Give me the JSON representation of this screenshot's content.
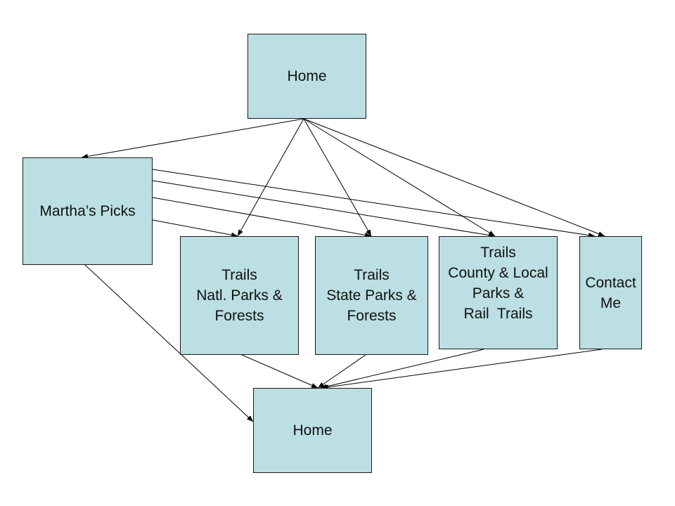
{
  "diagram": {
    "type": "site-map",
    "node_fill": "#bbdfe2",
    "nodes": [
      {
        "id": "home_top",
        "lines": [
          "Home"
        ]
      },
      {
        "id": "marthas_picks",
        "lines": [
          "Martha’s Picks"
        ]
      },
      {
        "id": "trails_natl",
        "lines": [
          "Trails",
          "Natl. Parks &",
          "Forests"
        ]
      },
      {
        "id": "trails_state",
        "lines": [
          "Trails",
          "State Parks &",
          "Forests"
        ]
      },
      {
        "id": "trails_county",
        "lines": [
          "Trails",
          "County & Local",
          "Parks &",
          "Rail  Trails"
        ]
      },
      {
        "id": "contact_me",
        "lines": [
          "Contact",
          "Me"
        ]
      },
      {
        "id": "home_bottom",
        "lines": [
          "Home"
        ]
      }
    ],
    "edges": [
      {
        "from": "home_top",
        "to": "marthas_picks"
      },
      {
        "from": "home_top",
        "to": "trails_natl"
      },
      {
        "from": "home_top",
        "to": "trails_state"
      },
      {
        "from": "home_top",
        "to": "trails_county"
      },
      {
        "from": "home_top",
        "to": "contact_me"
      },
      {
        "from": "marthas_picks",
        "to": "trails_natl"
      },
      {
        "from": "marthas_picks",
        "to": "trails_state"
      },
      {
        "from": "marthas_picks",
        "to": "trails_county"
      },
      {
        "from": "marthas_picks",
        "to": "contact_me"
      },
      {
        "from": "marthas_picks",
        "to": "home_bottom"
      },
      {
        "from": "trails_natl",
        "to": "home_bottom"
      },
      {
        "from": "trails_state",
        "to": "home_bottom"
      },
      {
        "from": "trails_county",
        "to": "home_bottom"
      },
      {
        "from": "contact_me",
        "to": "home_bottom"
      }
    ]
  }
}
